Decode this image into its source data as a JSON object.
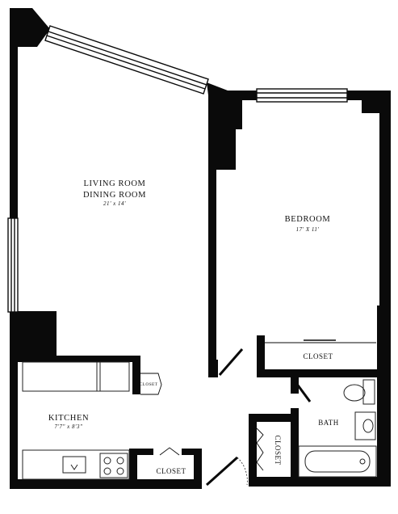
{
  "rooms": {
    "living": {
      "line1": "LIVING ROOM",
      "line2": "DINING ROOM",
      "dims": "21' x 14'"
    },
    "bedroom": {
      "name": "BEDROOM",
      "dims": "17' X 11'"
    },
    "kitchen": {
      "name": "KITCHEN",
      "dims": "7'7\" x 8'3\""
    },
    "bath": {
      "name": "BATH"
    },
    "closet_bedroom": {
      "name": "CLOSET"
    },
    "closet_hall": {
      "name": "CLOSET"
    },
    "closet_bath": {
      "name": "CLOSET"
    },
    "closet_kitchen": {
      "name": "CLOSET"
    }
  }
}
